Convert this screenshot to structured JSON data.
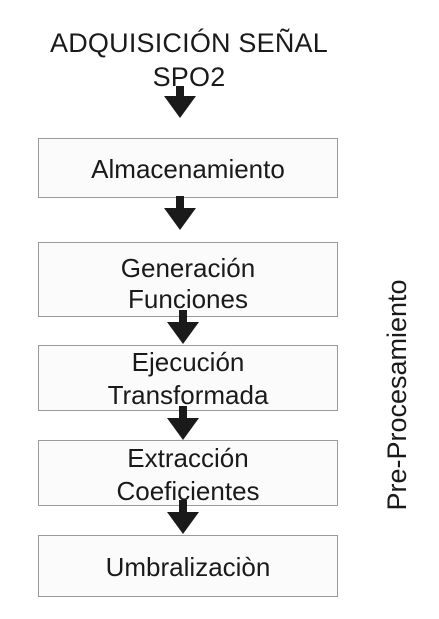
{
  "diagram": {
    "title_line1": "ADQUISICIÓN SEÑAL",
    "title_line2": "SPO2",
    "boxes": {
      "almacenamiento": {
        "label": "Almacenamiento"
      },
      "generacion": {
        "line1": "Generación",
        "line2": "Funciones"
      },
      "ejecucion": {
        "line1": "Ejecución",
        "line2": "Transformada"
      },
      "extraccion": {
        "line1": "Extracción",
        "line2": "Coeficientes"
      },
      "umbralizacion": {
        "label": "Umbralizaciòn"
      }
    },
    "side_label": "Pre-Procesamiento"
  }
}
